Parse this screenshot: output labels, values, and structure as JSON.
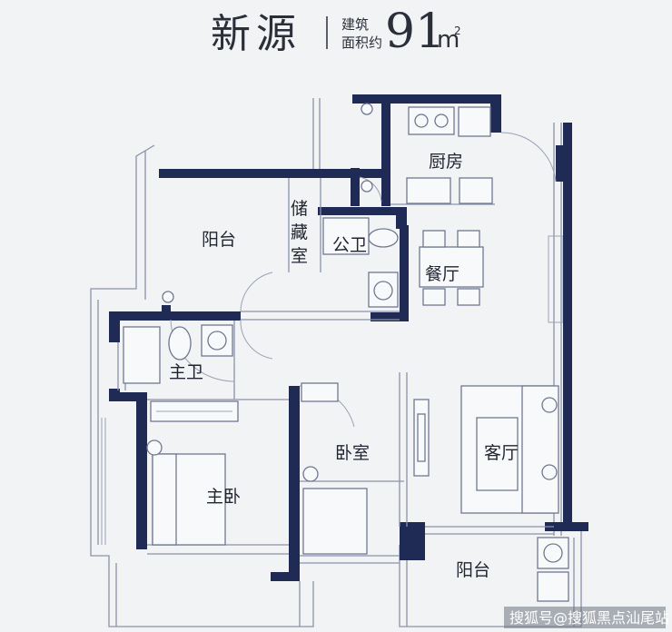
{
  "header": {
    "project_name": "新源",
    "area_label_line1": "建筑",
    "area_label_line2": "面积约",
    "area_value": "91",
    "area_unit": "m",
    "area_unit_sup": "2"
  },
  "rooms": {
    "kitchen": "厨房",
    "storage_1": "储",
    "storage_2": "藏",
    "storage_3": "室",
    "public_bath": "公卫",
    "balcony_top": "阳台",
    "dining": "餐厅",
    "master_bath": "主卫",
    "master_bedroom": "主卧",
    "bedroom": "卧室",
    "living": "客厅",
    "balcony_bottom": "阳台"
  },
  "watermark": "搜狐号@搜狐黑点汕尾站",
  "colors": {
    "wall": "#1f2a55",
    "background": "#f2f3f5"
  }
}
